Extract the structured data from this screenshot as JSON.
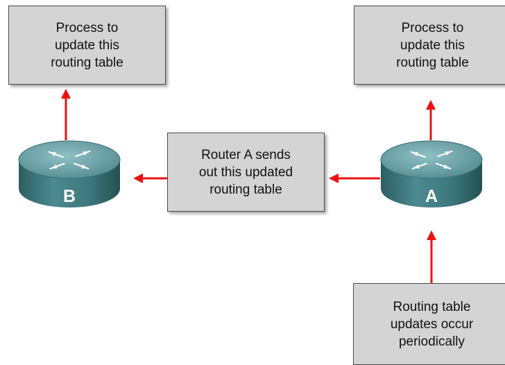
{
  "boxes": {
    "process_b": "Process to\nupdate this\nrouting table",
    "process_a": "Process to\nupdate this\nrouting table",
    "sends": "Router A sends\nout  this updated\nrouting table",
    "periodic": "Routing table\nupdates occur\nperiodically"
  },
  "routers": {
    "b": {
      "label": "B"
    },
    "a": {
      "label": "A"
    }
  },
  "colors": {
    "arrow": "#ee1111",
    "router_top": "#6a9fa4",
    "router_side": "#2f6469",
    "box_fill": "#d4d4d4"
  }
}
